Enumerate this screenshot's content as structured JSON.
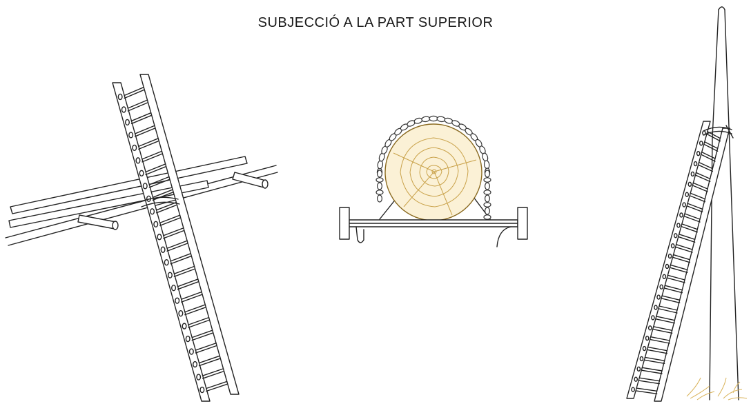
{
  "title": "SUBJECCIÓ A LA PART SUPERIOR",
  "figures": [
    {
      "name": "ladder-on-beam",
      "icon": "ladder-icon"
    },
    {
      "name": "log-with-chain",
      "icon": "log-icon"
    },
    {
      "name": "ladder-on-pole",
      "icon": "pole-icon"
    }
  ],
  "colors": {
    "ink": "#222222",
    "wood": "#c9a24a",
    "log_fill": "#fbf1d6",
    "grass": "#d9b35a",
    "background": "#ffffff"
  }
}
